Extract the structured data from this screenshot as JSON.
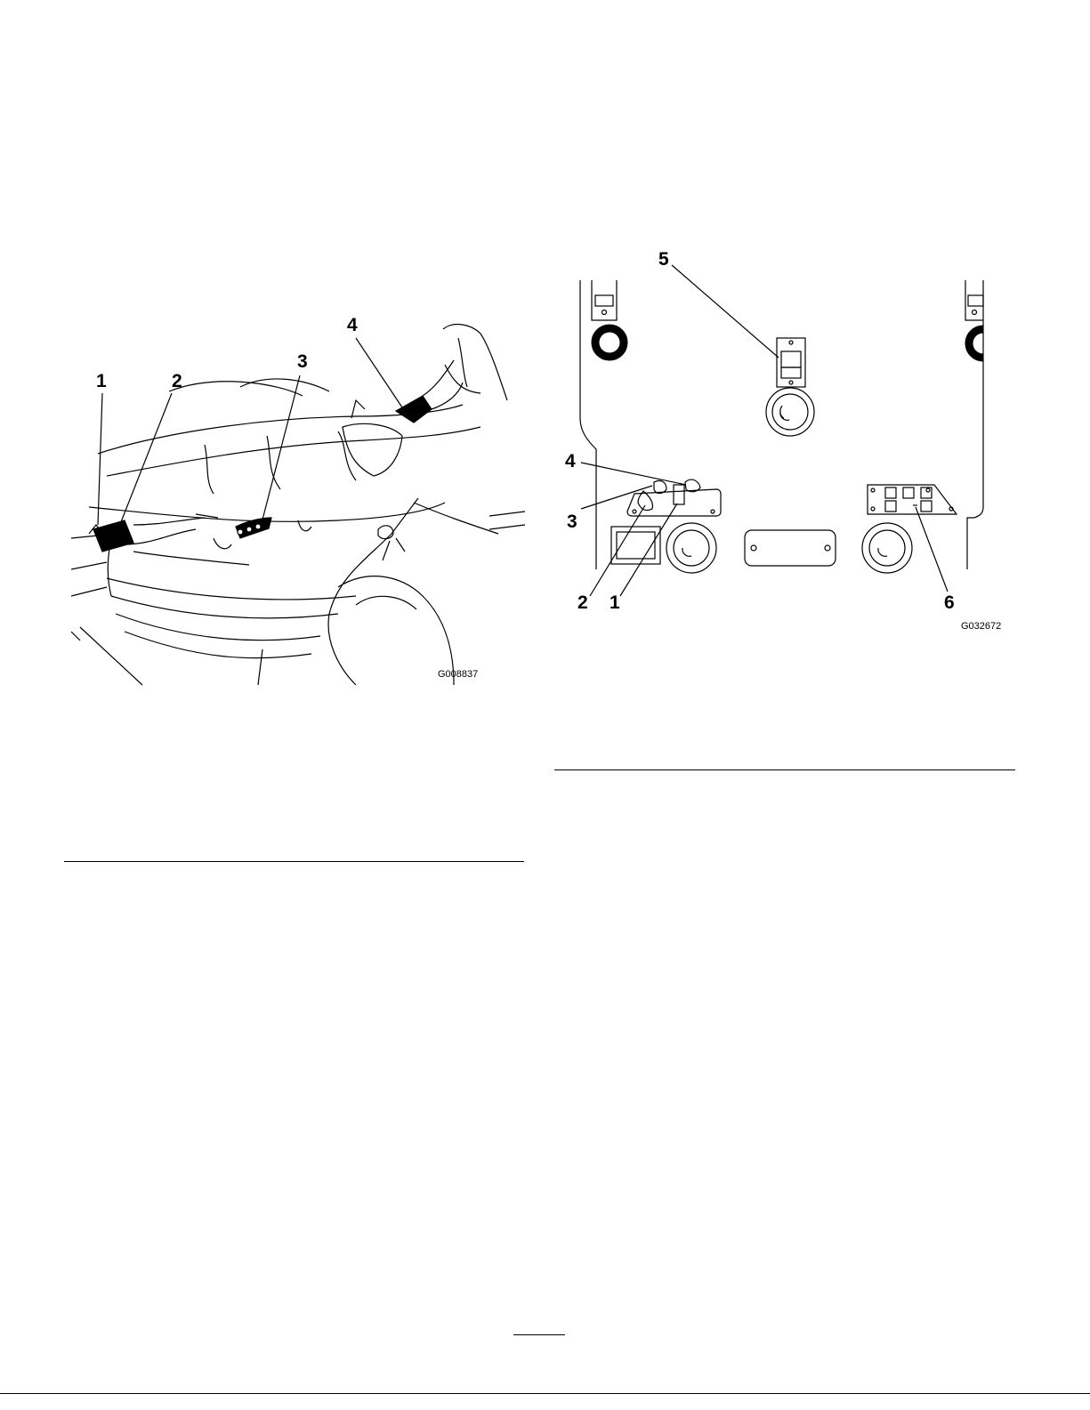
{
  "figure_left": {
    "id": "G008837",
    "callouts": [
      "1",
      "2",
      "3",
      "4"
    ]
  },
  "figure_right": {
    "id": "G032672",
    "callouts": [
      "5",
      "4",
      "3",
      "2",
      "1",
      "6"
    ]
  }
}
